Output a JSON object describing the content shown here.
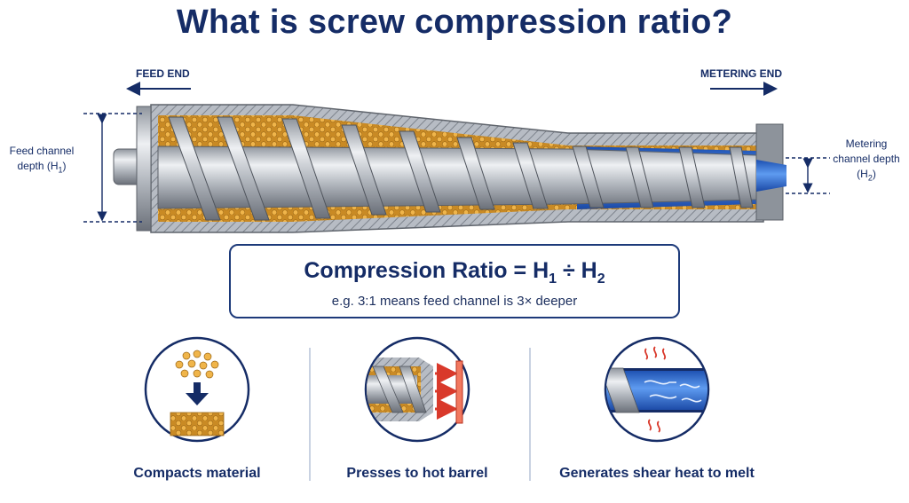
{
  "title": "What is screw compression ratio?",
  "ends": {
    "feed": "FEED END",
    "metering": "METERING END"
  },
  "feed_depth": {
    "line1": "Feed channel",
    "line2": "depth (H",
    "sub": "1",
    "close": ")"
  },
  "metering_depth": {
    "line1": "Metering",
    "line2": "channel depth",
    "line3": "(H",
    "sub": "2",
    "close": ")"
  },
  "formula": {
    "main_prefix": "Compression Ratio = H",
    "sub1": "1",
    "divide": " ÷ H",
    "sub2": "2",
    "example": "e.g. 3:1 means feed channel is 3× deeper"
  },
  "effects": [
    {
      "label": "Compacts material",
      "icon": "compact-icon"
    },
    {
      "label": "Presses to hot barrel",
      "icon": "press-icon"
    },
    {
      "label": "Generates shear heat to melt",
      "icon": "shear-heat-icon"
    }
  ],
  "colors": {
    "navy": "#152c66",
    "barrel_gray": "#9ea3ab",
    "screw_steel": "#b9bec5",
    "pellet_orange": "#e0a23a",
    "melt_blue": "#2f6fd6",
    "heat_red": "#d9392b"
  }
}
